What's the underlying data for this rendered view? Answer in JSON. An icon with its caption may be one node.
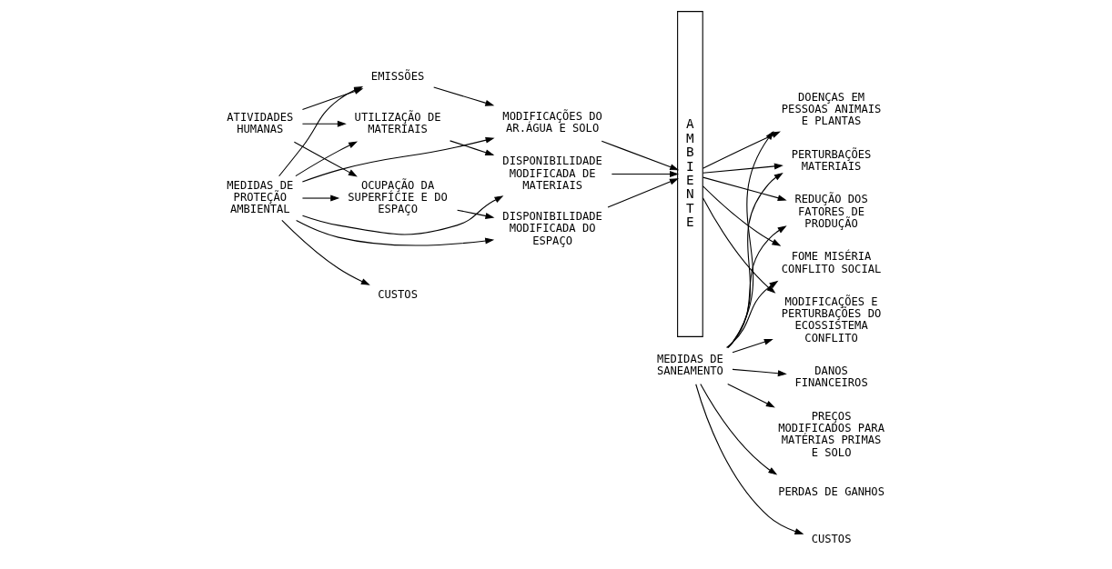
{
  "diagram": {
    "nodes": [
      {
        "text": [
          "ATIVIDADES HUMANAS"
        ]
      },
      {
        "text": [
          "EMISSÕES"
        ]
      },
      {
        "text": [
          "OCUPAÇÃO DA SUPERFÍCIE E DO ESPAÇO"
        ]
      },
      {
        "text": [
          "UTILIZAÇÃO DE MATERIAIS"
        ]
      },
      {
        "text": [
          "MEDIDAS DE PROTEÇÃO AMBIENTAL"
        ]
      },
      {
        "text": [
          "CUSTOS"
        ]
      },
      {
        "text": [
          "MODIFICAÇÕES DO AR.ÁGUA E SOLO"
        ]
      },
      {
        "text": [
          "DISPONIBILIDADE MODIFICADA DO ESPAÇO"
        ]
      },
      {
        "text": [
          "DISPONIBILIDADE MODIFICADA DE MATERIAIS"
        ]
      },
      {
        "text": [
          "AMBIENTE"
        ]
      },
      {
        "text": [
          "MODIFICAÇÕES E PERTURBAÇÕES DO ECOSSISTEMA CONFLITO"
        ]
      },
      {
        "text": [
          "DOENÇAS EM PESSOAS ANIMAIS E PLANTAS"
        ]
      },
      {
        "text": [
          "PERTURBAÇÕES MATERIAIS"
        ]
      },
      {
        "text": [
          "REDUÇÃO DOS FATORES DE PRODUÇÃO"
        ]
      },
      {
        "text": [
          "FOME MISÉRIA CONFLITO SOCIAL"
        ]
      },
      {
        "text": [
          "MEDIDAS DE SANEAMENTO"
        ]
      },
      {
        "text": [
          "CUSTOS"
        ]
      },
      {
        "text": [
          "DANOS FINANCEIROS"
        ]
      },
      {
        "text": [
          "PREÇOS MODIFICADOS PARA MATÉRIAS PRIMAS E SOLO"
        ]
      },
      {
        "text": [
          "PERDAS DE GANHOS"
        ]
      }
    ],
    "edges": [
      {
        "from": 0,
        "to": 1,
        "arrow": "to"
      },
      {
        "from": 0,
        "to": 2,
        "arrow": "to"
      },
      {
        "from": 0,
        "to": 3,
        "arrow": "to"
      },
      {
        "from": 4,
        "to": 1,
        "arrow": "to"
      },
      {
        "from": 4,
        "to": 2,
        "arrow": "to"
      },
      {
        "from": 4,
        "to": 3,
        "arrow": "to"
      },
      {
        "from": 1,
        "to": 6,
        "arrow": "to"
      },
      {
        "from": 2,
        "to": 7,
        "arrow": "to"
      },
      {
        "from": 3,
        "to": 8,
        "arrow": "to"
      },
      {
        "from": 4,
        "to": 6,
        "arrow": "to"
      },
      {
        "from": 4,
        "to": 7,
        "arrow": "to"
      },
      {
        "from": 4,
        "to": 8,
        "arrow": "to"
      },
      {
        "from": 4,
        "to": 5,
        "arrow": "to"
      },
      {
        "from": 6,
        "to": 9,
        "arrow": "to"
      },
      {
        "from": 7,
        "to": 9,
        "arrow": "to"
      },
      {
        "from": 8,
        "to": 9,
        "arrow": "to"
      },
      {
        "from": 9,
        "to": 10,
        "arrow": "to"
      },
      {
        "from": 9,
        "to": 11,
        "arrow": "to"
      },
      {
        "from": 9,
        "to": 12,
        "arrow": "to"
      },
      {
        "from": 9,
        "to": 13,
        "arrow": "to"
      },
      {
        "from": 9,
        "to": 14,
        "arrow": "to"
      },
      {
        "from": 15,
        "to": 10,
        "arrow": "to"
      },
      {
        "from": 15,
        "to": 11,
        "arrow": "to"
      },
      {
        "from": 15,
        "to": 12,
        "arrow": "to"
      },
      {
        "from": 15,
        "to": 13,
        "arrow": "to"
      },
      {
        "from": 15,
        "to": 14,
        "arrow": "to"
      },
      {
        "from": 15,
        "to": 17,
        "arrow": "to"
      },
      {
        "from": 15,
        "to": 18,
        "arrow": "to"
      },
      {
        "from": 15,
        "to": 19,
        "arrow": "to"
      },
      {
        "from": 15,
        "to": 16,
        "arrow": "to"
      }
    ]
  }
}
